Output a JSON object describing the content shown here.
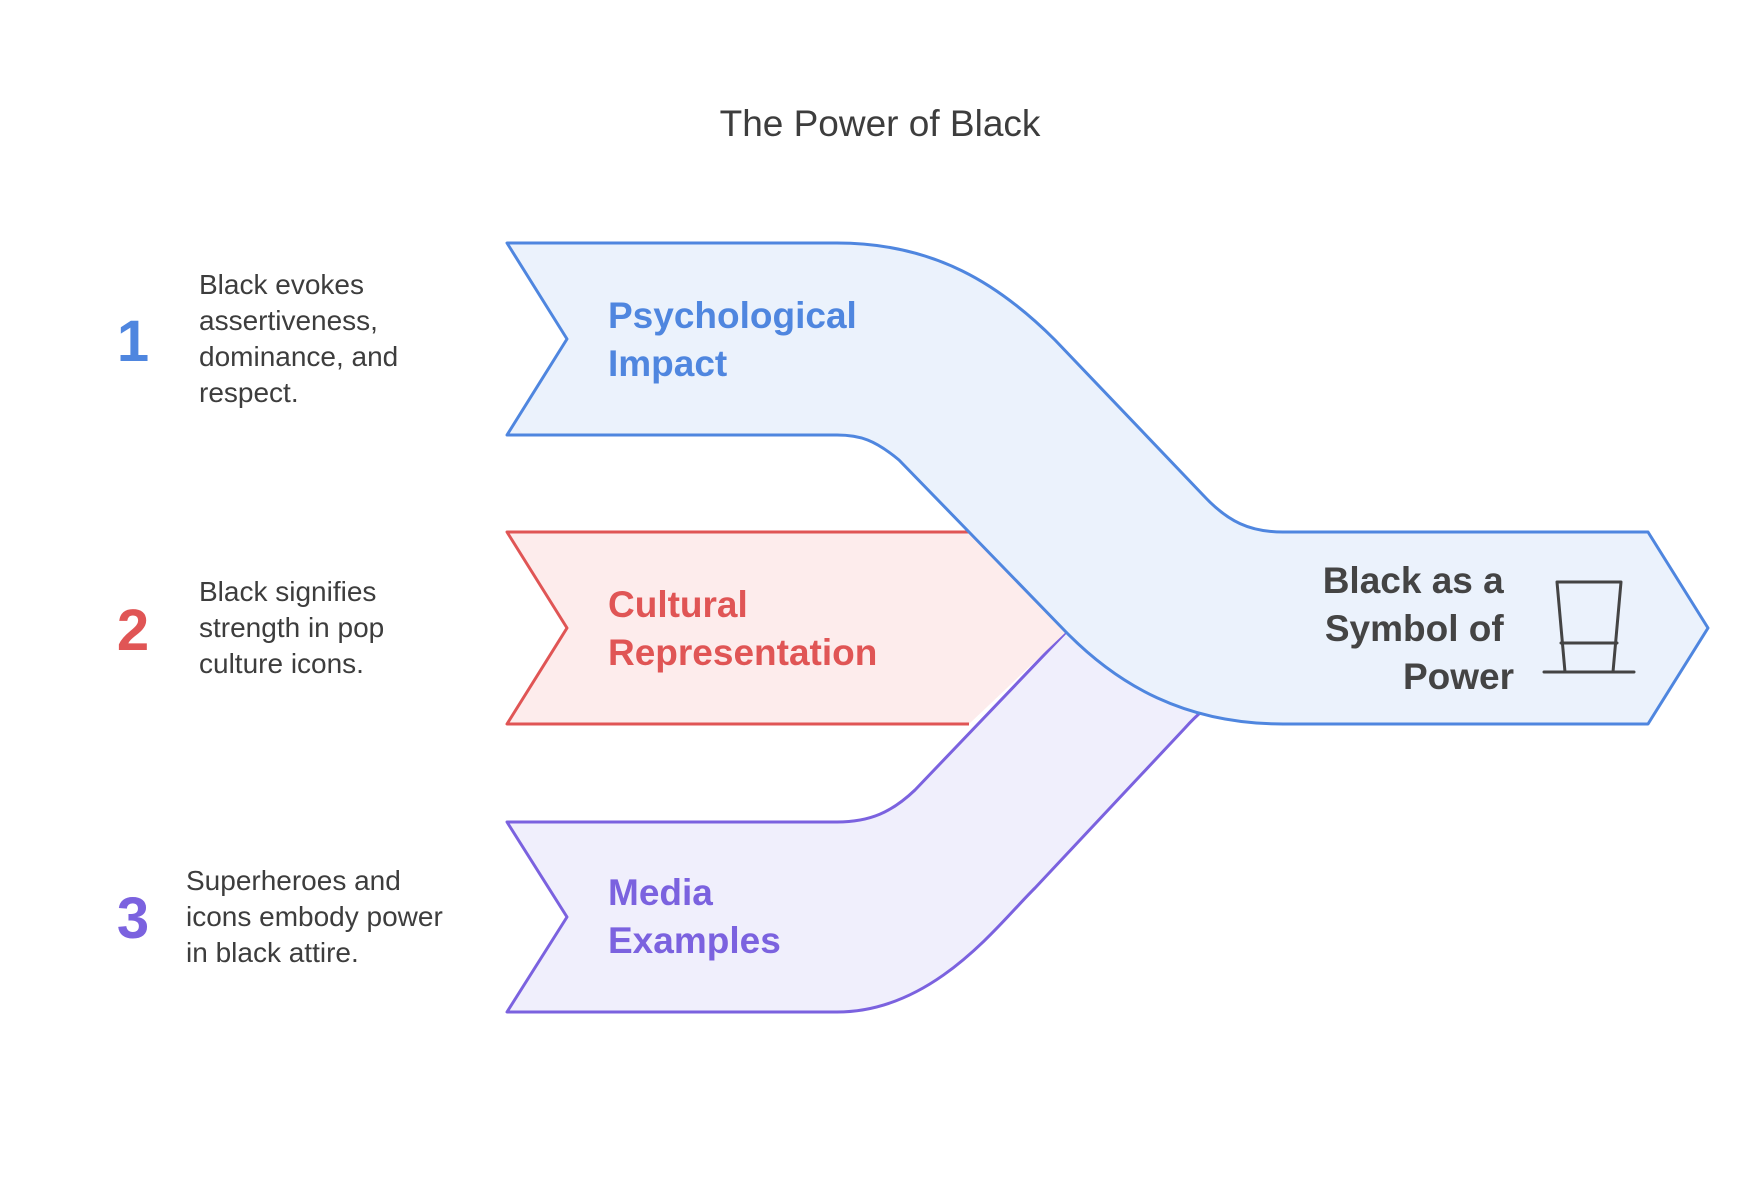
{
  "title": "The Power of Black",
  "colors": {
    "blue_stroke": "#4F86DF",
    "blue_fill": "#EBF2FC",
    "red_stroke": "#E05555",
    "red_fill": "#FDECEC",
    "purple_stroke": "#7B62DF",
    "purple_fill": "#F0EFFC",
    "text": "#3d3d3d"
  },
  "steps": [
    {
      "number": "1",
      "label_lines": [
        "Psychological",
        "Impact"
      ],
      "description_lines": [
        "Black evokes",
        "assertiveness,",
        "dominance, and",
        "respect."
      ]
    },
    {
      "number": "2",
      "label_lines": [
        "Cultural",
        "Representation"
      ],
      "description_lines": [
        "Black signifies",
        "strength in pop",
        "culture icons."
      ]
    },
    {
      "number": "3",
      "label_lines": [
        "Media",
        "Examples"
      ],
      "description_lines": [
        "Superheroes and",
        "icons embody power",
        "in black attire."
      ]
    }
  ],
  "result": {
    "label_lines": [
      "Black as a",
      "Symbol of",
      "Power"
    ],
    "icon": "top-hat-icon"
  }
}
